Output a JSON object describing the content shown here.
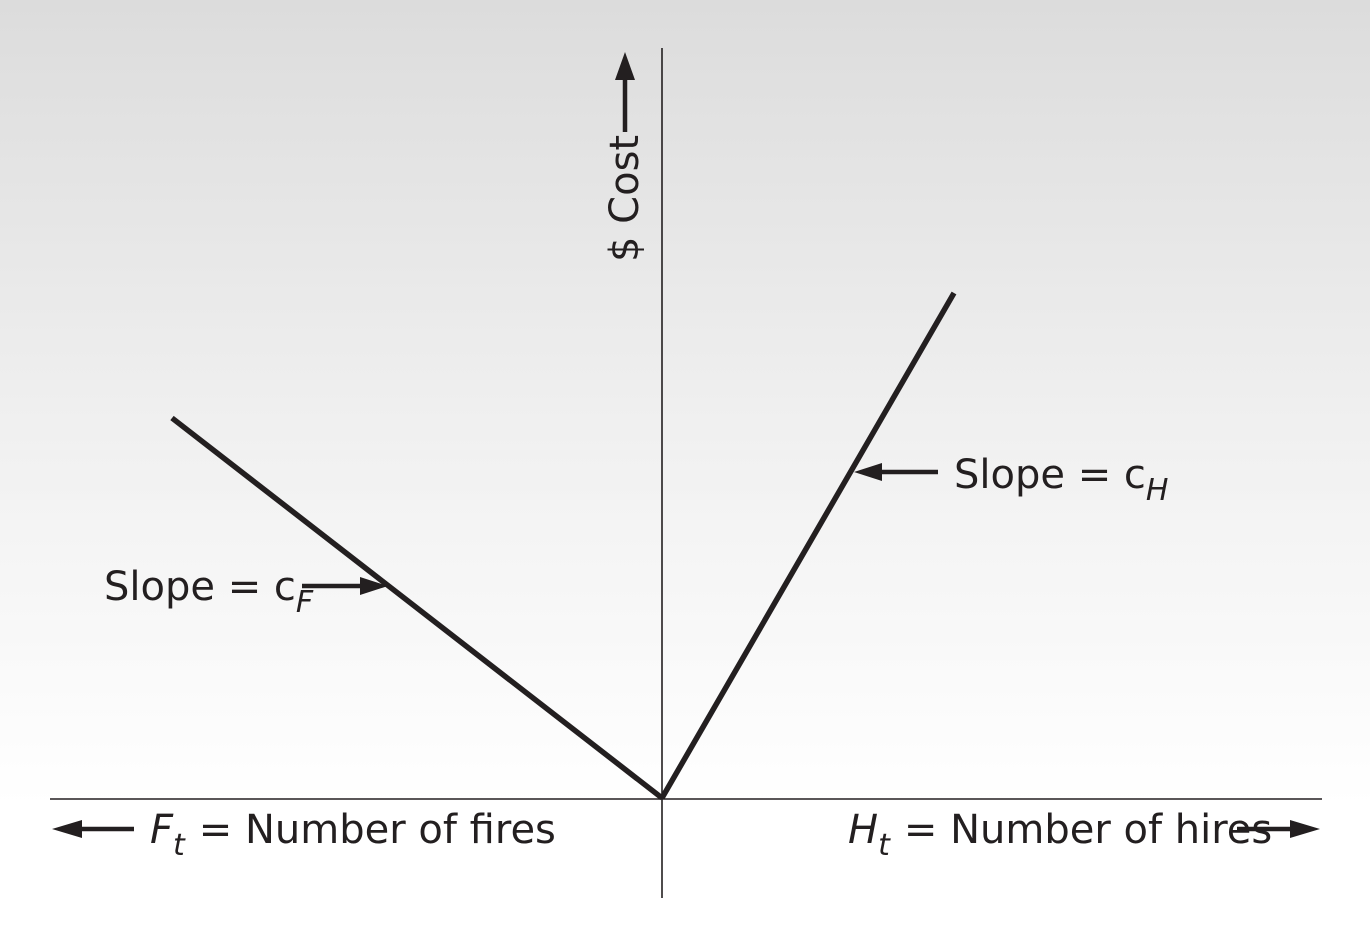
{
  "y_axis": {
    "label": "$ Cost"
  },
  "x_left": {
    "symbol": "F",
    "subscript": "t",
    "text": "= Number of fires"
  },
  "x_right": {
    "symbol": "H",
    "subscript": "t",
    "text": "= Number of hires"
  },
  "fire_slope": {
    "text": "Slope = c",
    "subscript": "F"
  },
  "hire_slope": {
    "text": "Slope = c",
    "subscript": "H"
  },
  "colors": {
    "ink": "#231f20"
  }
}
